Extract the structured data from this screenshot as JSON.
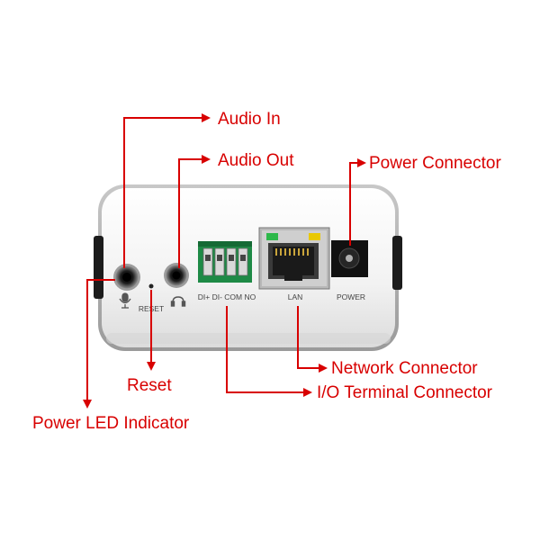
{
  "callouts": {
    "audio_in": "Audio In",
    "audio_out": "Audio Out",
    "power_connector": "Power Connector",
    "reset": "Reset",
    "power_led_indicator": "Power LED Indicator",
    "network_connector": "Network Connector",
    "io_terminal_connector": "I/O Terminal Connector"
  },
  "device_labels": {
    "reset": "RESET",
    "terminal": "DI+ DI- COM NO",
    "lan": "LAN",
    "power": "POWER"
  },
  "icons": [
    "microphone-icon",
    "headphone-icon"
  ],
  "colors": {
    "callout": "#d80000",
    "device_body": "#f4f4f4",
    "terminal_block": "#1e8a46",
    "lan_led_left": "#2db84a",
    "lan_led_right": "#e9c800"
  }
}
